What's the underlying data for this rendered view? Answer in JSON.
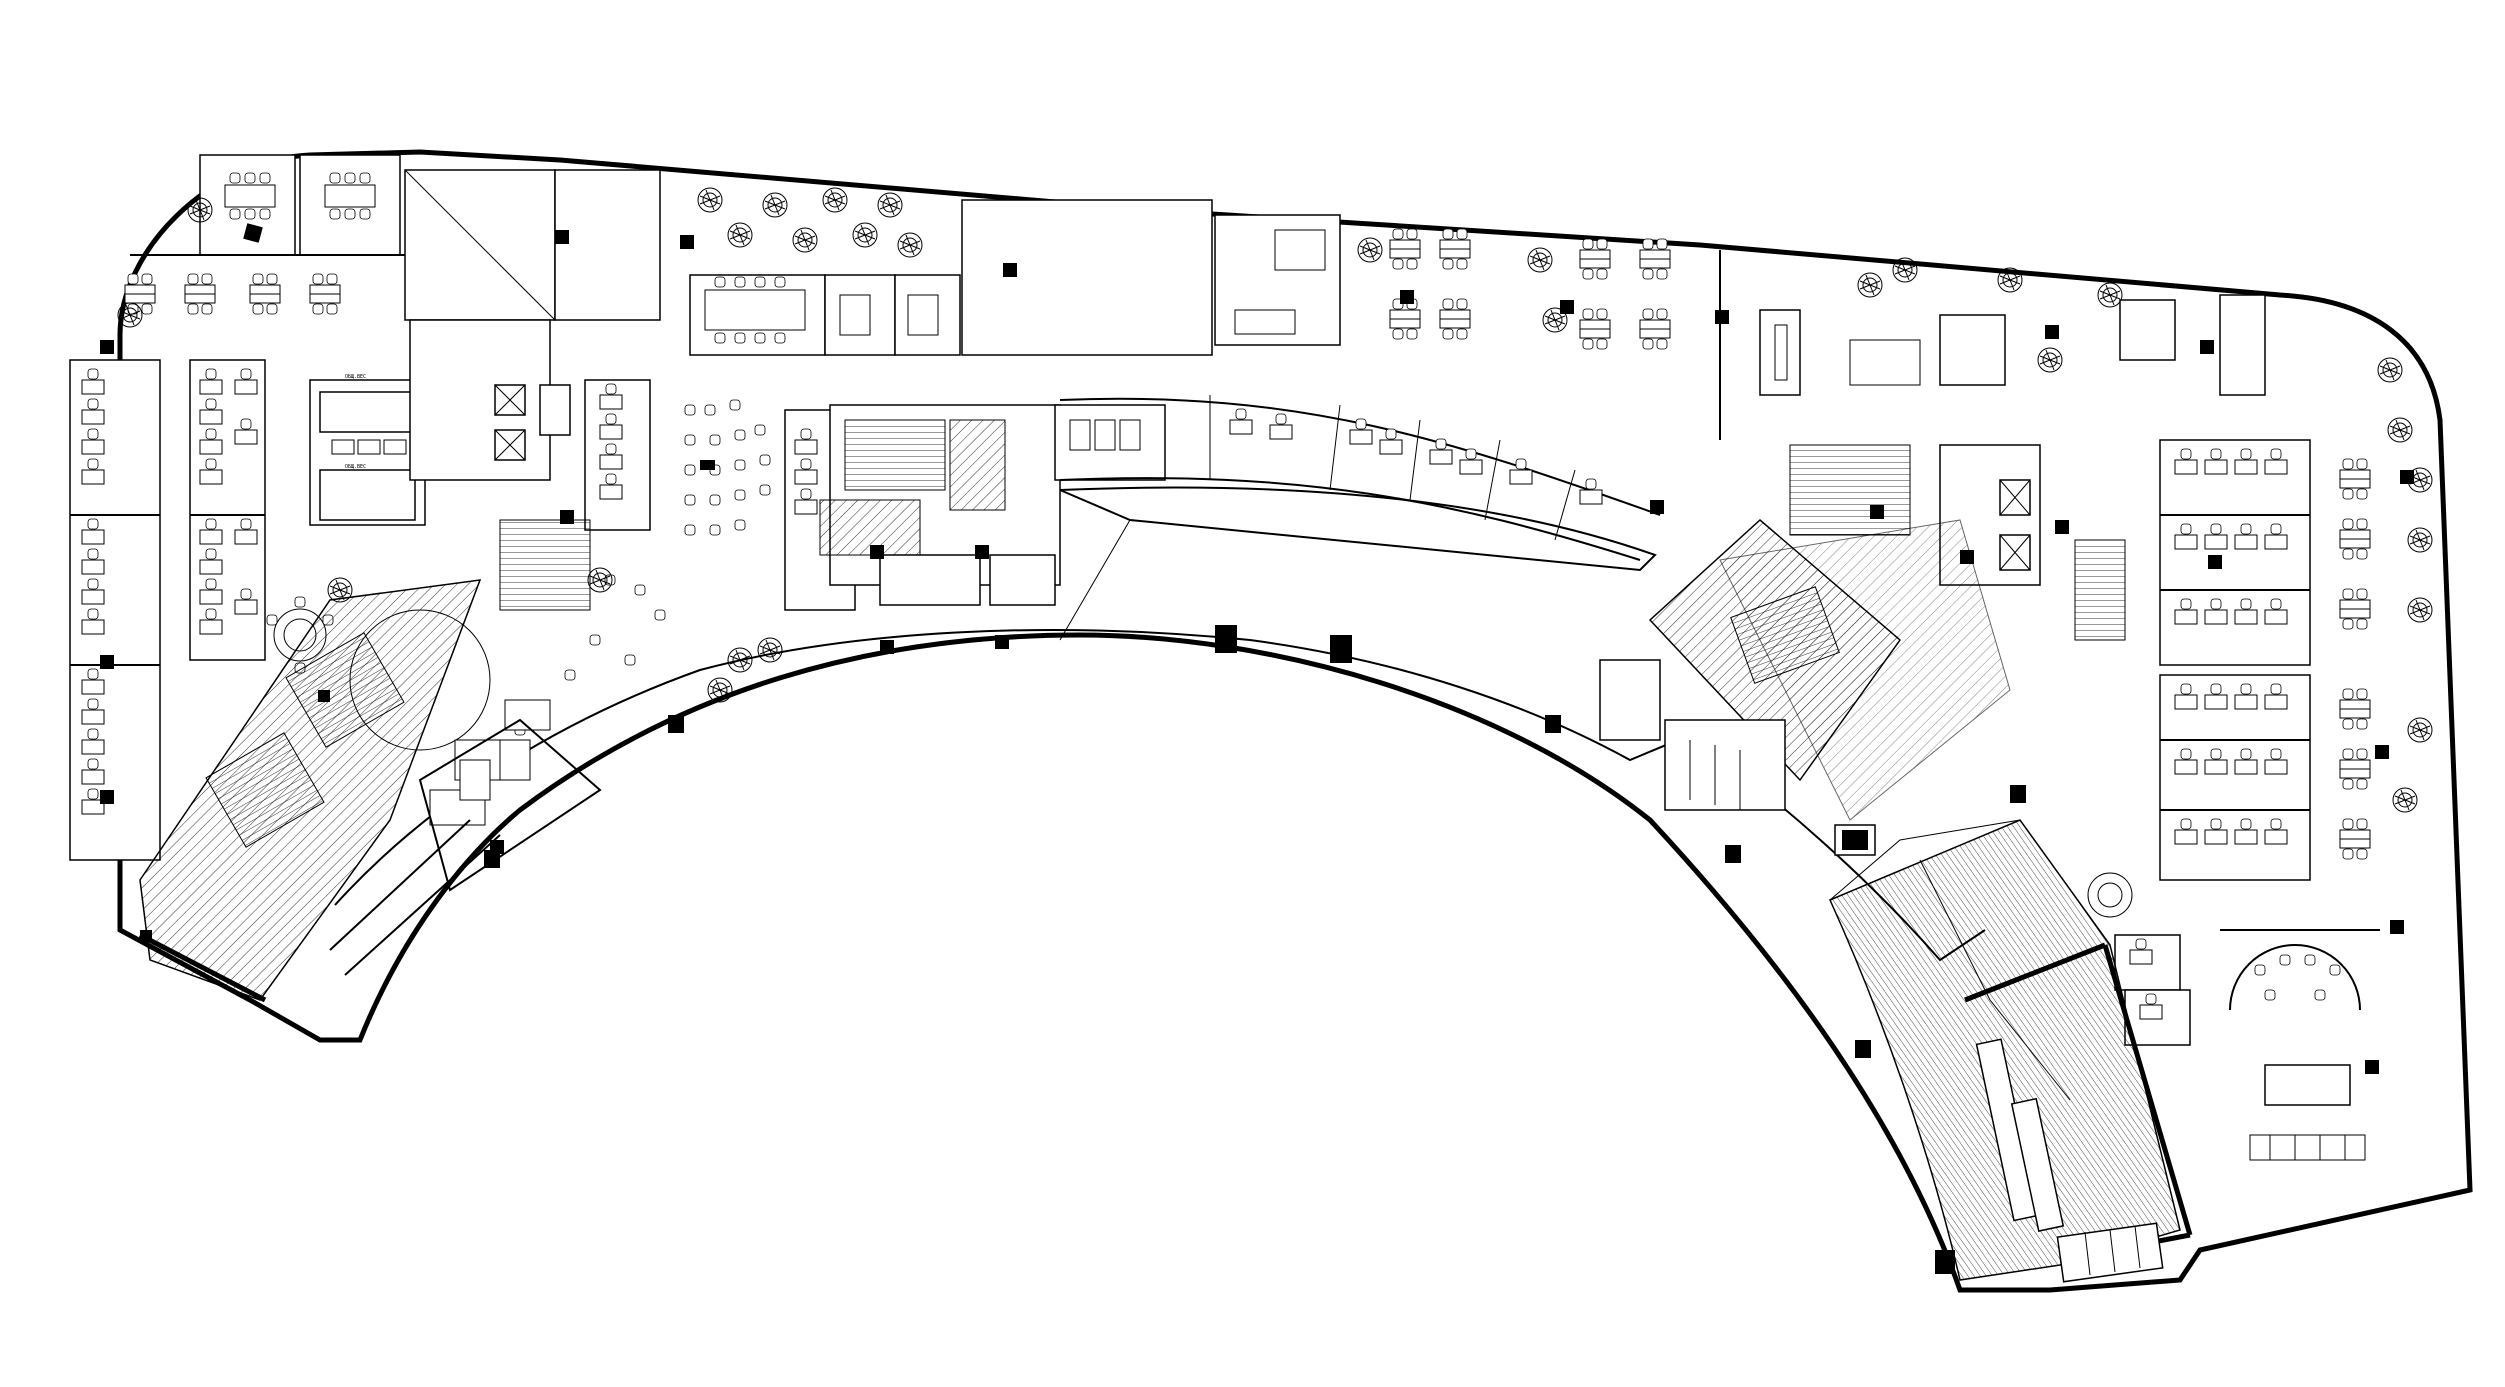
{
  "drawing": {
    "type": "architectural floor plan",
    "line_color": "#000000",
    "background_color": "#ffffff",
    "labels": [
      "ОБЩ.ВЕС",
      "ОБЩ.ВЕС"
    ]
  },
  "zones": [
    {
      "id": "west-office-wing",
      "icon": "desk-cluster-icon"
    },
    {
      "id": "west-core",
      "icon": "elevator-icon"
    },
    {
      "id": "north-meeting-rooms",
      "icon": "conference-table-icon"
    },
    {
      "id": "central-corridor",
      "icon": "corridor-icon"
    },
    {
      "id": "east-core",
      "icon": "stair-icon"
    },
    {
      "id": "east-office-wing",
      "icon": "desk-cluster-icon"
    },
    {
      "id": "southeast-wing",
      "icon": "hatched-floor-icon"
    }
  ]
}
